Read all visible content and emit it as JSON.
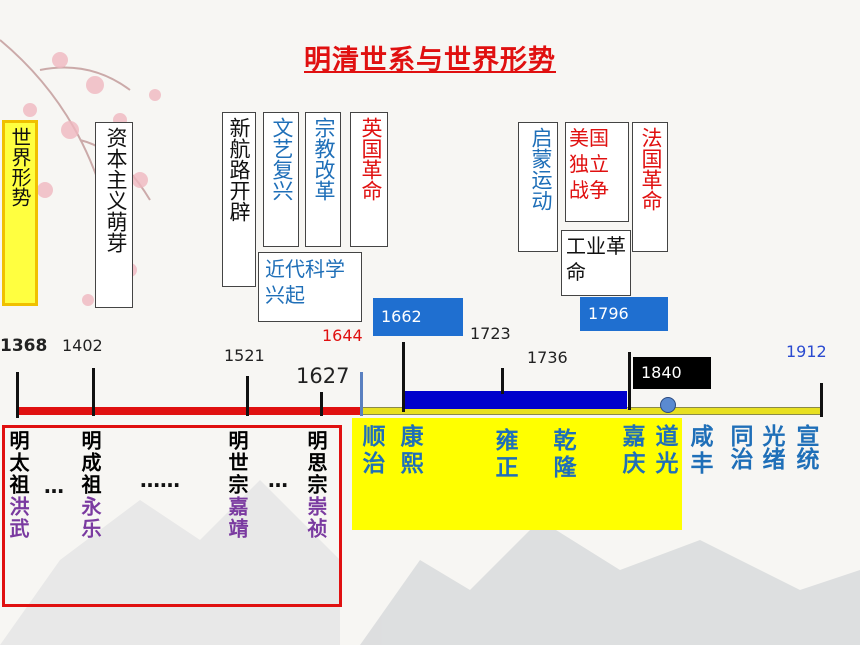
{
  "title": "明清世系与世界形势",
  "world_label": "世界形势",
  "events": {
    "capitalism": "资本主义萌芽",
    "new_route": "新航路开辟",
    "renaissance": "文艺复兴",
    "reformation": "宗教改革",
    "english_rev": "英国革命",
    "science": "近代科学兴起",
    "enlightenment": "启蒙运动",
    "american_rev": "美国独立战争",
    "french_rev": "法国革命",
    "industrial_rev": "工业革命"
  },
  "years": {
    "y1368": "1368",
    "y1402": "1402",
    "y1521": "1521",
    "y1627": "1627",
    "y1644": "1644",
    "y1662": "1662",
    "y1723": "1723",
    "y1736": "1736",
    "y1796": "1796",
    "y1840": "1840",
    "y1912": "1912"
  },
  "ming": [
    {
      "temple": "明太祖",
      "era": "洪武"
    },
    {
      "temple": "明成祖",
      "era": "永乐"
    },
    {
      "temple": "明世宗",
      "era": "嘉靖"
    },
    {
      "temple": "明思宗",
      "era": "崇祯"
    }
  ],
  "ellipsis": {
    "a": "…",
    "b": "……",
    "c": "…"
  },
  "qing": [
    "顺治",
    "康熙",
    "雍正",
    "乾隆",
    "嘉庆",
    "道光",
    "咸丰",
    "同治",
    "光绪",
    "宣统"
  ],
  "colors": {
    "title": "#e01010",
    "ming_bar": "#e01010",
    "kangqian_bar": "#0000cc",
    "qing_line": "#e8e020",
    "highlight": "#ffff00"
  }
}
